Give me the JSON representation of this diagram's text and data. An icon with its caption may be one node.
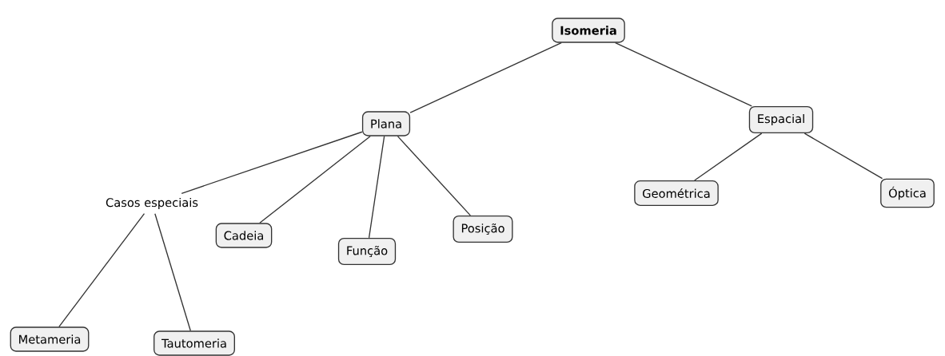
{
  "diagram": {
    "nodes": [
      {
        "text": [
          "Isomeria"
        ]
      },
      {
        "text": [
          "Plana"
        ]
      },
      {
        "text": [
          "Espacial"
        ]
      },
      {
        "text": [
          "Casos especiais"
        ]
      },
      {
        "text": [
          "Cadeia"
        ]
      },
      {
        "text": [
          "Função"
        ]
      },
      {
        "text": [
          "Posição"
        ]
      },
      {
        "text": [
          "Geométrica"
        ]
      },
      {
        "text": [
          "Óptica"
        ]
      },
      {
        "text": [
          "Metameria"
        ]
      },
      {
        "text": [
          "Tautomeria"
        ]
      }
    ],
    "edges": [
      {
        "from": 0,
        "to": 1,
        "arrow": "none"
      },
      {
        "from": 0,
        "to": 2,
        "arrow": "none"
      },
      {
        "from": 1,
        "to": 3,
        "arrow": "none"
      },
      {
        "from": 1,
        "to": 4,
        "arrow": "none"
      },
      {
        "from": 1,
        "to": 5,
        "arrow": "none"
      },
      {
        "from": 1,
        "to": 6,
        "arrow": "none"
      },
      {
        "from": 2,
        "to": 7,
        "arrow": "none"
      },
      {
        "from": 2,
        "to": 8,
        "arrow": "none"
      },
      {
        "from": 3,
        "to": 9,
        "arrow": "none"
      },
      {
        "from": 3,
        "to": 10,
        "arrow": "none"
      }
    ]
  }
}
